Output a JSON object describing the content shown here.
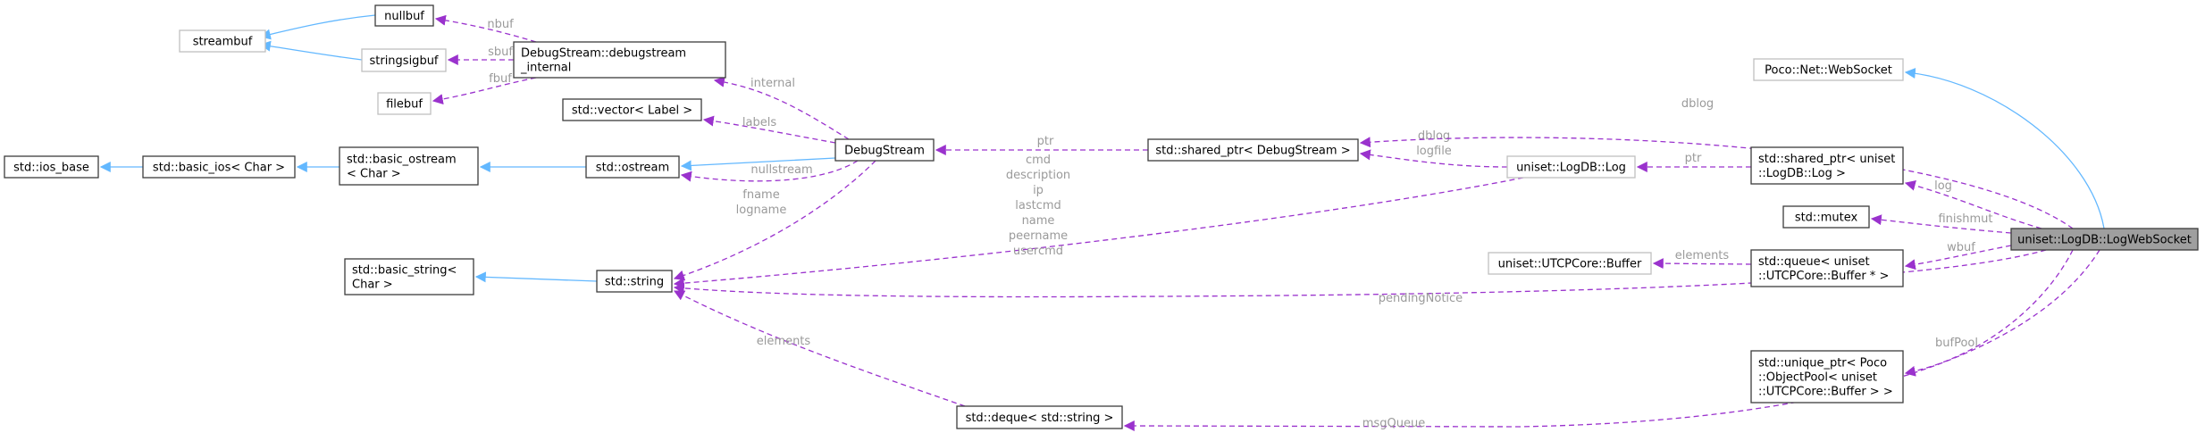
{
  "colors": {
    "node_border": "#3c3c3c",
    "external_node_border": "#bfbfbf",
    "focus_node_fill": "#9f9f9f",
    "inheritance_edge": "#63b8ff",
    "usage_edge": "#9a32cd",
    "edge_label": "#9a9a9a"
  },
  "nodes": [
    {
      "id": "streambuf",
      "lines": [
        "streambuf"
      ],
      "style": "external"
    },
    {
      "id": "nullbuf",
      "lines": [
        "nullbuf"
      ],
      "style": "normal"
    },
    {
      "id": "stringsigbuf",
      "lines": [
        "stringsigbuf"
      ],
      "style": "external"
    },
    {
      "id": "filebuf",
      "lines": [
        "filebuf"
      ],
      "style": "external"
    },
    {
      "id": "debugstream_internal",
      "lines": [
        "DebugStream::debugstream",
        "_internal"
      ],
      "style": "normal"
    },
    {
      "id": "ios_base",
      "lines": [
        "std::ios_base"
      ],
      "style": "normal"
    },
    {
      "id": "basic_ios",
      "lines": [
        "std::basic_ios< Char >"
      ],
      "style": "normal"
    },
    {
      "id": "basic_ostream",
      "lines": [
        "std::basic_ostream",
        "< Char >"
      ],
      "style": "normal"
    },
    {
      "id": "vector_label",
      "lines": [
        "std::vector< Label >"
      ],
      "style": "normal"
    },
    {
      "id": "ostream",
      "lines": [
        "std::ostream"
      ],
      "style": "normal"
    },
    {
      "id": "debugstream",
      "lines": [
        "DebugStream"
      ],
      "style": "normal"
    },
    {
      "id": "basic_string",
      "lines": [
        "std::basic_string<",
        "Char >"
      ],
      "style": "normal"
    },
    {
      "id": "string",
      "lines": [
        "std::string"
      ],
      "style": "normal"
    },
    {
      "id": "deque_string",
      "lines": [
        "std::deque< std::string >"
      ],
      "style": "normal"
    },
    {
      "id": "shared_ptr_debugstream",
      "lines": [
        "std::shared_ptr< DebugStream >"
      ],
      "style": "normal"
    },
    {
      "id": "logdb_log",
      "lines": [
        "uniset::LogDB::Log"
      ],
      "style": "external"
    },
    {
      "id": "utcp_buffer",
      "lines": [
        "uniset::UTCPCore::Buffer"
      ],
      "style": "external"
    },
    {
      "id": "websocket",
      "lines": [
        "Poco::Net::WebSocket"
      ],
      "style": "external"
    },
    {
      "id": "shared_ptr_log",
      "lines": [
        "std::shared_ptr< uniset",
        "::LogDB::Log >"
      ],
      "style": "normal"
    },
    {
      "id": "mutex",
      "lines": [
        "std::mutex"
      ],
      "style": "normal"
    },
    {
      "id": "queue_buffer",
      "lines": [
        "std::queue< uniset",
        "::UTCPCore::Buffer * >"
      ],
      "style": "normal"
    },
    {
      "id": "unique_ptr_pool",
      "lines": [
        "std::unique_ptr< Poco",
        "::ObjectPool< uniset",
        "::UTCPCore::Buffer > >"
      ],
      "style": "normal"
    },
    {
      "id": "logwebsocket",
      "lines": [
        "uniset::LogDB::LogWebSocket"
      ],
      "style": "focus"
    }
  ],
  "edges": [
    {
      "id": "nullbuf-streambuf",
      "kind": "inheritance",
      "labels": []
    },
    {
      "id": "stringsigbuf-streambuf",
      "kind": "inheritance",
      "labels": []
    },
    {
      "id": "basic_ios-ios_base",
      "kind": "inheritance",
      "labels": []
    },
    {
      "id": "basic_ostream-basic_ios",
      "kind": "inheritance",
      "labels": []
    },
    {
      "id": "ostream-basic_ostream",
      "kind": "inheritance",
      "labels": []
    },
    {
      "id": "debugstream-ostream",
      "kind": "inheritance",
      "labels": []
    },
    {
      "id": "string-basic_string",
      "kind": "inheritance",
      "labels": []
    },
    {
      "id": "logwebsocket-websocket",
      "kind": "inheritance",
      "labels": []
    },
    {
      "id": "internal-nullbuf",
      "kind": "usage",
      "labels": [
        "nbuf"
      ]
    },
    {
      "id": "internal-stringsigbuf",
      "kind": "usage",
      "labels": [
        "sbuf"
      ]
    },
    {
      "id": "internal-filebuf",
      "kind": "usage",
      "labels": [
        "fbuf"
      ]
    },
    {
      "id": "debugstream-internal",
      "kind": "usage",
      "labels": [
        "internal"
      ]
    },
    {
      "id": "debugstream-vector",
      "kind": "usage",
      "labels": [
        "labels"
      ]
    },
    {
      "id": "debugstream-ostream-nullstream",
      "kind": "usage",
      "labels": [
        "nullstream"
      ]
    },
    {
      "id": "debugstream-string",
      "kind": "usage",
      "labels": [
        "fname",
        "logname"
      ]
    },
    {
      "id": "shared_ptr_debugstream-debugstream",
      "kind": "usage",
      "labels": [
        "ptr"
      ]
    },
    {
      "id": "log-shared_ptr_debugstream",
      "kind": "usage",
      "labels": [
        "dblog",
        "logfile"
      ]
    },
    {
      "id": "log-string",
      "kind": "usage",
      "labels": [
        "cmd",
        "description",
        "ip",
        "lastcmd",
        "name",
        "peername",
        "usercmd"
      ]
    },
    {
      "id": "shared_ptr_log-log",
      "kind": "usage",
      "labels": [
        "ptr"
      ]
    },
    {
      "id": "queue-buffer",
      "kind": "usage",
      "labels": [
        "elements"
      ]
    },
    {
      "id": "deque-string",
      "kind": "usage",
      "labels": [
        "elements"
      ]
    },
    {
      "id": "lws-shared_ptr_debugstream",
      "kind": "usage",
      "labels": [
        "dblog"
      ]
    },
    {
      "id": "lws-shared_ptr_log",
      "kind": "usage",
      "labels": [
        "log"
      ]
    },
    {
      "id": "lws-mutex",
      "kind": "usage",
      "labels": [
        "finishmut"
      ]
    },
    {
      "id": "lws-queue",
      "kind": "usage",
      "labels": [
        "wbuf"
      ]
    },
    {
      "id": "lws-string",
      "kind": "usage",
      "labels": [
        "pendingNotice"
      ]
    },
    {
      "id": "lws-unique_ptr",
      "kind": "usage",
      "labels": [
        "bufPool"
      ]
    },
    {
      "id": "lws-deque",
      "kind": "usage",
      "labels": [
        "msgQueue"
      ]
    }
  ]
}
